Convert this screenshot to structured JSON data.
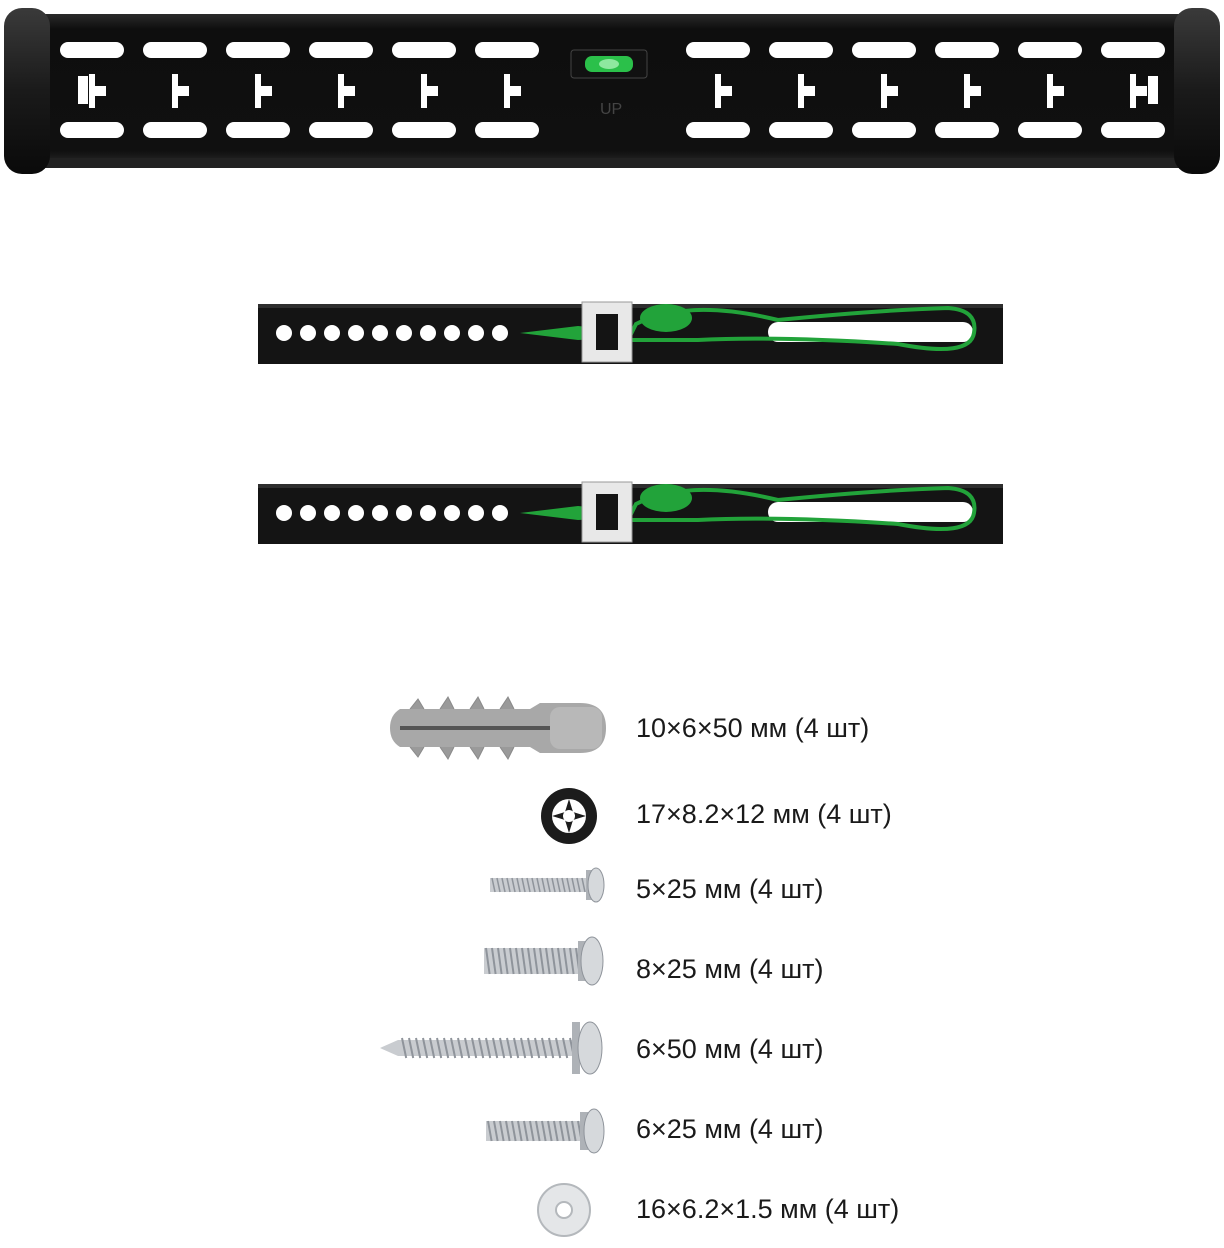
{
  "plate": {
    "level_label": "UP"
  },
  "hardware": [
    {
      "icon": "wall-anchor-icon",
      "label": "10×6×50 мм (4 шт)"
    },
    {
      "icon": "spacer-icon",
      "label": "17×8.2×12 мм (4 шт)"
    },
    {
      "icon": "screw-5x25-icon",
      "label": "5×25 мм (4 шт)"
    },
    {
      "icon": "screw-8x25-icon",
      "label": "8×25 мм (4 шт)"
    },
    {
      "icon": "lag-bolt-6x50-icon",
      "label": "6×50 мм (4 шт)"
    },
    {
      "icon": "screw-6x25-icon",
      "label": "6×25 мм (4 шт)"
    },
    {
      "icon": "washer-icon",
      "label": "16×6.2×1.5 мм (4 шт)"
    }
  ],
  "colors": {
    "metal": "#151515",
    "tie": "#22a33a",
    "anchor": "#a9a9a9",
    "zinc": "#c9ccd0"
  }
}
